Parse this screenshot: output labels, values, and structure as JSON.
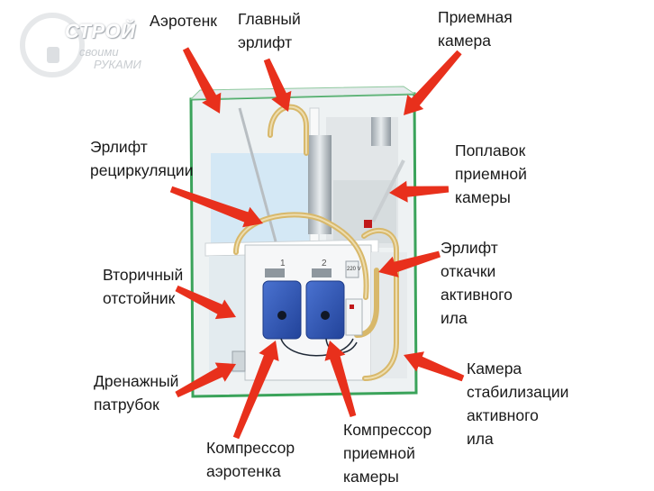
{
  "logo": {
    "brand": "СТРОЙ",
    "line1": "своими",
    "line2": "РУКАМИ"
  },
  "labels": {
    "aerotank": "Аэротенк",
    "main_airlift": "Главный\nэрлифт",
    "receiving_chamber": "Приемная\nкамера",
    "recirc_airlift": "Эрлифт\nрециркуляции",
    "float": "Поплавок\nприемной\nкамеры",
    "sludge_airlift": "Эрлифт\nоткачки\nактивного\nила",
    "secondary_settler": "Вторичный\nотстойник",
    "drain_pipe": "Дренажный\nпатрубок",
    "stab_chamber": "Камера\nстабилизации\nактивного\nила",
    "aerotank_compressor": "Компрессор\nаэротенка",
    "receiving_compressor": "Компрессор\nприемной\nкамеры"
  },
  "device": {
    "num1": "1",
    "num2": "2",
    "voltage": "220 V"
  },
  "colors": {
    "arrow": "#e8301c",
    "frame": "#3aa35a",
    "compressor": "#2f55b8",
    "pipe": "#d8b86a",
    "water": "#cfe6f5"
  }
}
